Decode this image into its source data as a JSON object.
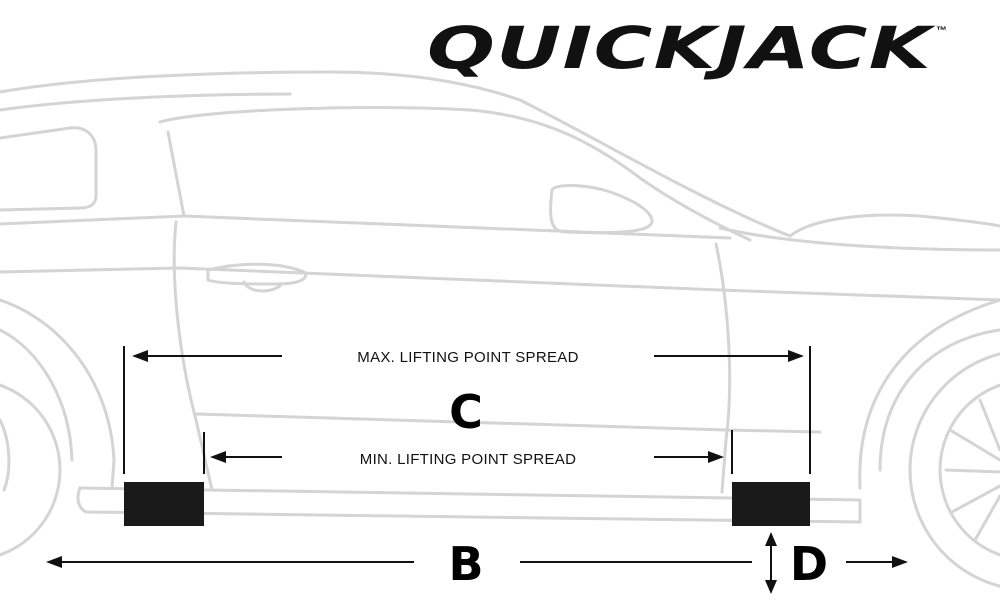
{
  "brand": {
    "name": "QUICKJACK",
    "trademark": "™"
  },
  "labels": {
    "max_spread": "MAX. LIFTING POINT SPREAD",
    "min_spread": "MIN. LIFTING POINT SPREAD",
    "c": "C",
    "b": "B",
    "d": "D"
  },
  "colors": {
    "outline": "#d6d6d6",
    "ink": "#111111",
    "block": "#1a1a1a"
  }
}
